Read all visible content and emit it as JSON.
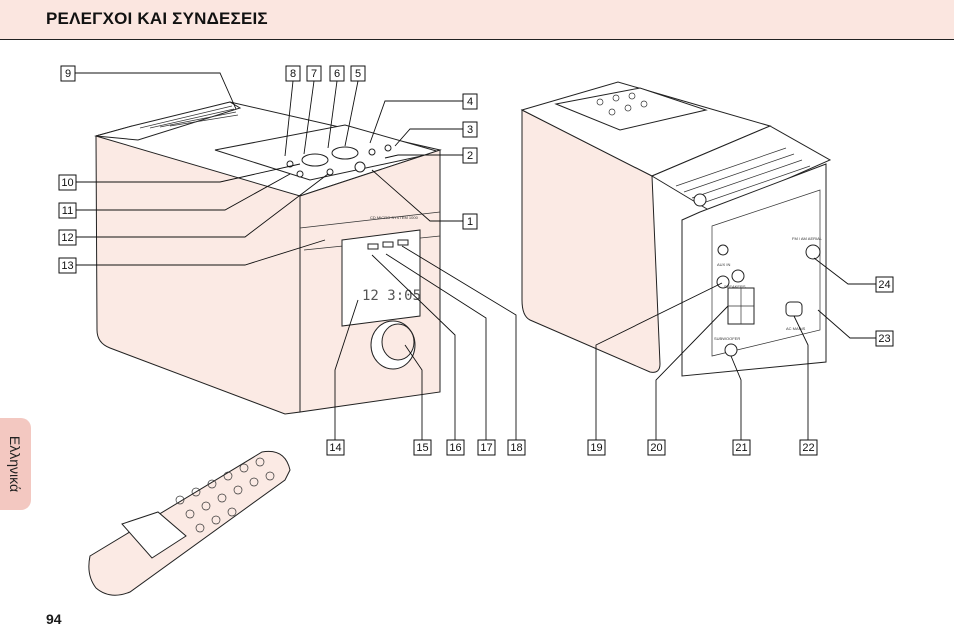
{
  "header": {
    "title": "ΡΕΛΕΓΧΟΙ ΚΑΙ ΣΥΝΔΕΣΕΙΣ"
  },
  "side_tab": {
    "label": "Ελληνικά"
  },
  "page_number": "94",
  "colors": {
    "header_bg": "#fbe6e0",
    "tab_bg": "#f3c8c1",
    "device_shade": "#fbeae4"
  },
  "front_unit": {
    "top_panel_text": "CD MICRO SYSTEM 1000",
    "display_digits": "12  3:05"
  },
  "rear_unit": {
    "labels": [
      "AUX IN",
      "FM / AM AERIAL",
      "SPEAKERS",
      "SUBWOOFER",
      "AC MAINS"
    ]
  },
  "callouts": [
    {
      "id": "c9",
      "label": "9"
    },
    {
      "id": "c8",
      "label": "8"
    },
    {
      "id": "c7",
      "label": "7"
    },
    {
      "id": "c6",
      "label": "6"
    },
    {
      "id": "c5",
      "label": "5"
    },
    {
      "id": "c4",
      "label": "4"
    },
    {
      "id": "c3",
      "label": "3"
    },
    {
      "id": "c2",
      "label": "2"
    },
    {
      "id": "c1",
      "label": "1"
    },
    {
      "id": "c10",
      "label": "10"
    },
    {
      "id": "c11",
      "label": "11"
    },
    {
      "id": "c12",
      "label": "12"
    },
    {
      "id": "c13",
      "label": "13"
    },
    {
      "id": "c14",
      "label": "14"
    },
    {
      "id": "c15",
      "label": "15"
    },
    {
      "id": "c16",
      "label": "16"
    },
    {
      "id": "c17",
      "label": "17"
    },
    {
      "id": "c18",
      "label": "18"
    },
    {
      "id": "c19",
      "label": "19"
    },
    {
      "id": "c20",
      "label": "20"
    },
    {
      "id": "c21",
      "label": "21"
    },
    {
      "id": "c22",
      "label": "22"
    },
    {
      "id": "c23",
      "label": "23"
    },
    {
      "id": "c24",
      "label": "24"
    }
  ]
}
